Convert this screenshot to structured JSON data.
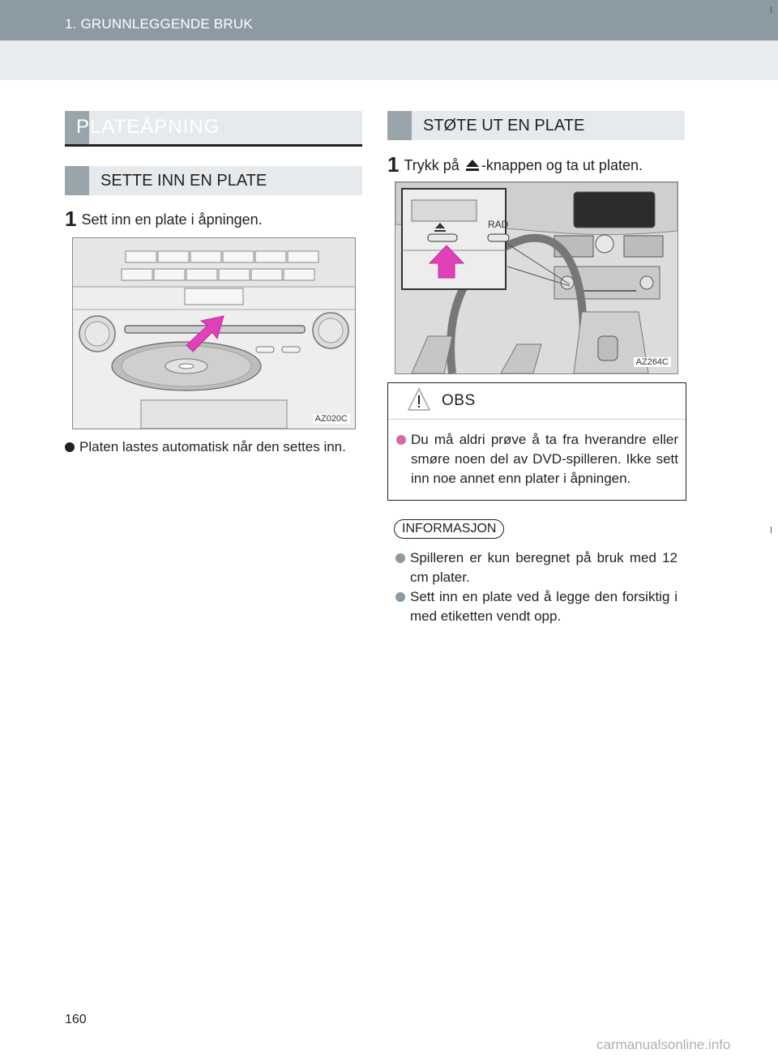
{
  "header": {
    "chapter": "1. GRUNNLEGGENDE BRUK"
  },
  "left": {
    "main_heading": "PLATEÅPNING",
    "sub_heading": "SETTE INN EN PLATE",
    "step_number": "1",
    "step_text": "Sett inn en plate i åpningen.",
    "figure_code": "AZ020C",
    "bullet": "Platen lastes automatisk når den settes inn."
  },
  "right": {
    "heading": "STØTE UT EN PLATE",
    "step_number": "1",
    "step_text_before": "Trykk på",
    "step_text_after": "-knappen og ta ut platen.",
    "figure_code": "AZ264C",
    "figure_inset_label": "RAD",
    "obs": {
      "title": "OBS",
      "text": "Du må aldri prøve å ta fra hverandre eller smøre noen del av DVD-spilleren. Ikke sett inn noe annet enn plater i åpningen."
    },
    "info": {
      "title": "INFORMASJON",
      "items": [
        "Spilleren er kun beregnet på bruk med 12 cm plater.",
        "Sett inn en plate ved å legge den forsiktig i med etiketten vendt opp."
      ]
    }
  },
  "page_number": "160",
  "watermark": "carmanualsonline.info",
  "colors": {
    "header_bar": "#8c9aa3",
    "accent_arrow": "#e040b8",
    "bullet_pink": "#d56aa8"
  }
}
